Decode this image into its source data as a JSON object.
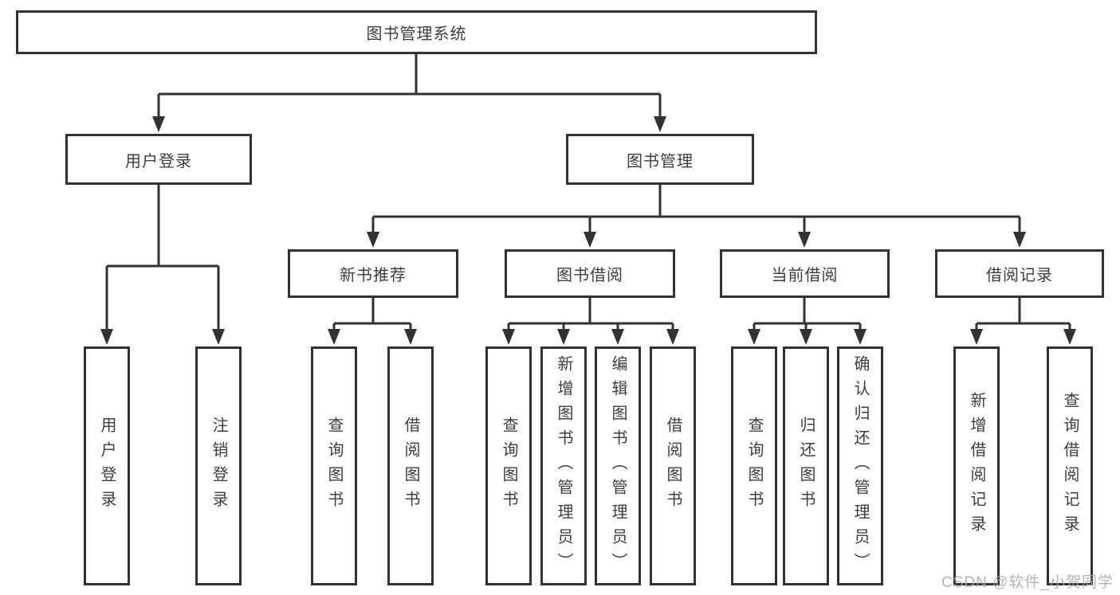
{
  "colors": {
    "line": "#323232",
    "text": "#3d3d3d",
    "box_fill": "#ffffff",
    "background": "#ffffff",
    "watermark": "#a9a9a9"
  },
  "watermark": "CSDN @软件_小贺同学",
  "diagram": {
    "root": "图书管理系统",
    "branches": [
      {
        "label": "用户登录",
        "children": [
          "用户登录",
          "注销登录"
        ]
      },
      {
        "label": "图书管理",
        "children": [
          {
            "label": "新书推荐",
            "children": [
              "查询图书",
              "借阅图书"
            ]
          },
          {
            "label": "图书借阅",
            "children": [
              "查询图书",
              "新增图书（管理员）",
              "编辑图书（管理员）",
              "借阅图书"
            ]
          },
          {
            "label": "当前借阅",
            "children": [
              "查询图书",
              "归还图书",
              "确认归还（管理员）"
            ]
          },
          {
            "label": "借阅记录",
            "children": [
              "新增借阅记录",
              "查询借阅记录"
            ]
          }
        ]
      }
    ]
  }
}
